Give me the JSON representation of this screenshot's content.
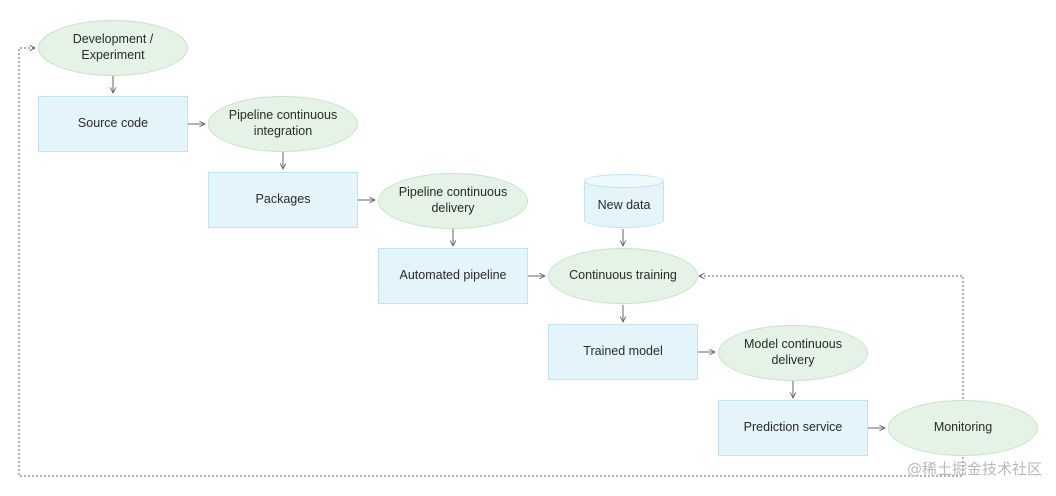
{
  "diagram": {
    "nodes": {
      "development": "Development  /\nExperiment",
      "source_code": "Source code",
      "pipeline_ci": "Pipeline continuous\nintegration",
      "packages": "Packages",
      "pipeline_cd": "Pipeline continuous\ndelivery",
      "new_data": "New data",
      "automated_pipeline": "Automated pipeline",
      "continuous_training": "Continuous training",
      "trained_model": "Trained model",
      "model_cd": "Model continuous\ndelivery",
      "prediction_service": "Prediction service",
      "monitoring": "Monitoring"
    },
    "colors": {
      "process_box": "#e3f4fb",
      "stage_ellipse": "#e4f3e6",
      "arrow": "#666666"
    }
  },
  "watermark": "@稀土掘金技术社区"
}
